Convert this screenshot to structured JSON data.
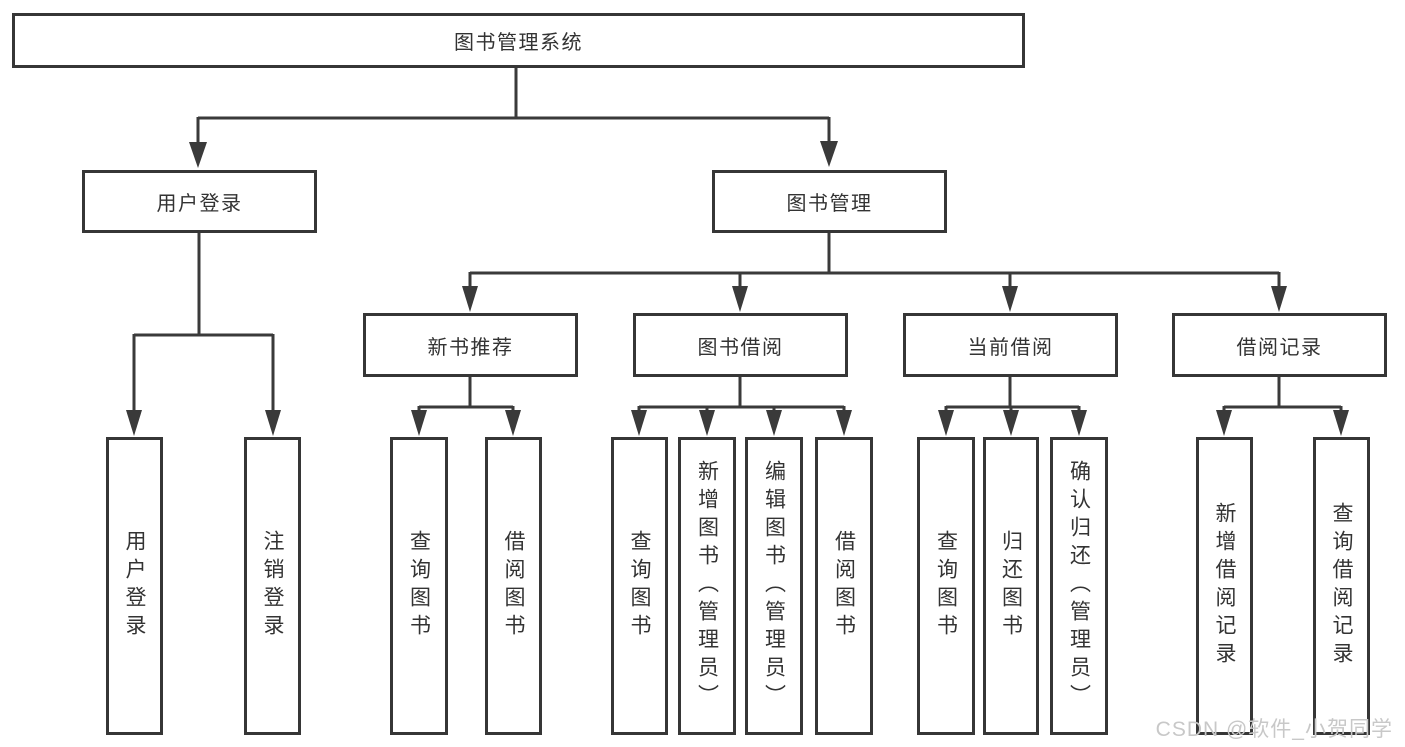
{
  "diagram": {
    "type": "tree-structure-chart",
    "colors": {
      "line": "#3a3a3a",
      "box_border": "#363636",
      "box_fill": "#ffffff",
      "text": "#333333",
      "watermark": "#c8c8c8",
      "background": "#ffffff"
    },
    "nodes": {
      "root": "图书管理系统",
      "user_login": "用户登录",
      "book_management": "图书管理",
      "new_book_recommend": "新书推荐",
      "book_borrow": "图书借阅",
      "current_borrow": "当前借阅",
      "borrow_records": "借阅记录",
      "leaf_user_login": "用户登录",
      "leaf_logout": "注销登录",
      "leaf_rec_query_books": "查询图书",
      "leaf_rec_borrow_books": "借阅图书",
      "leaf_bb_query_books": "查询图书",
      "leaf_bb_add_books_admin": "新增图书（管理员）",
      "leaf_bb_edit_books_admin": "编辑图书（管理员）",
      "leaf_bb_borrow_books": "借阅图书",
      "leaf_cb_query_books": "查询图书",
      "leaf_cb_return_books": "归还图书",
      "leaf_cb_confirm_return_admin": "确认归还（管理员）",
      "leaf_br_add_record": "新增借阅记录",
      "leaf_br_query_record": "查询借阅记录"
    },
    "watermark": "CSDN @软件_小贺同学"
  }
}
